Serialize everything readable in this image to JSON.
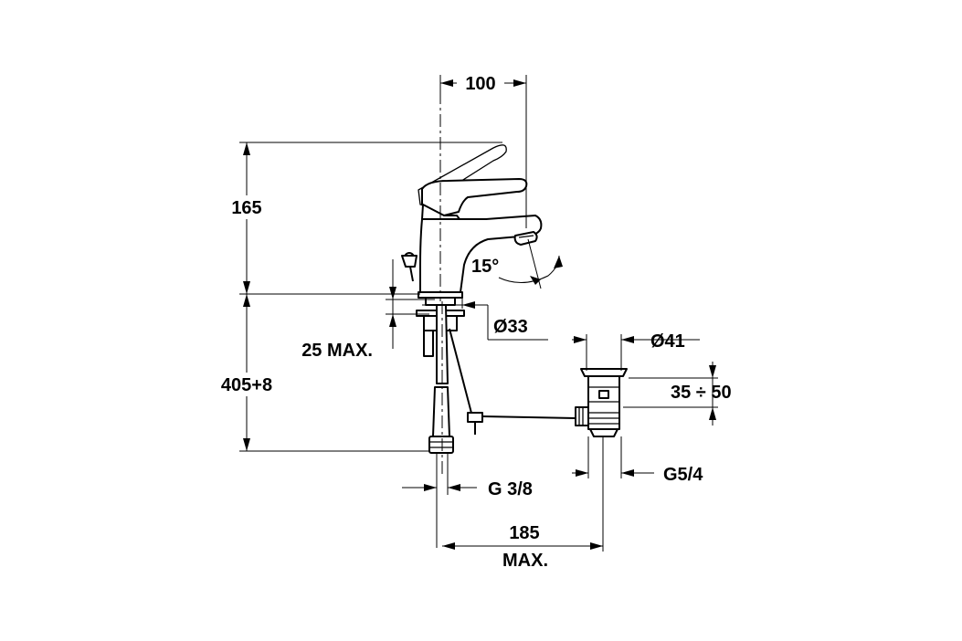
{
  "dimensions": {
    "spout_reach": "100",
    "height_above_deck": "165",
    "lever_angle": "15°",
    "body_diameter": "Ø33",
    "deck_thickness": "25 MAX.",
    "height_below_deck": "405+8",
    "waste_diameter": "Ø41",
    "waste_height_range": "35 ÷ 50",
    "waste_thread": "G5/4",
    "supply_thread": "G 3/8",
    "waste_offset_line1": "185",
    "waste_offset_line2": "MAX."
  }
}
